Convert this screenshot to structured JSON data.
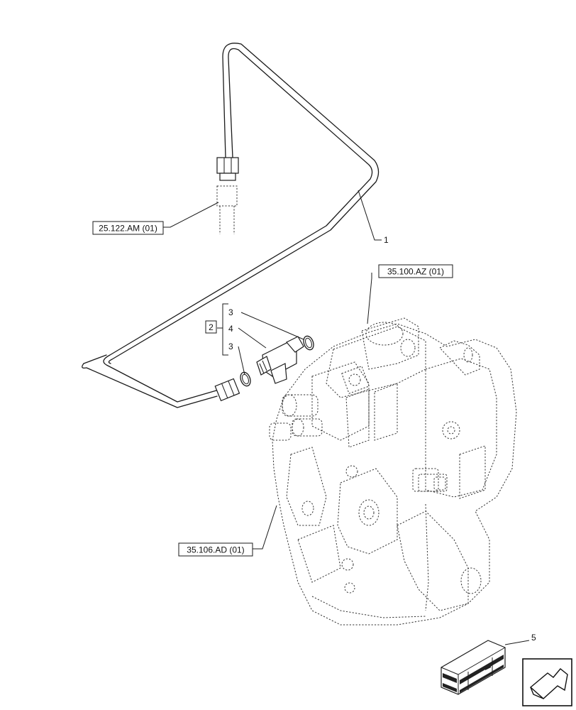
{
  "callouts": {
    "ref_25_122": "25.122.AM (01)",
    "ref_35_100": "35.100.AZ (01)",
    "ref_35_106": "35.106.AD (01)",
    "kit": "2"
  },
  "item_numbers": {
    "pipe": "1",
    "oring_top": "3",
    "tee_fitting": "4",
    "oring_bottom": "3",
    "case": "5"
  },
  "icons": {
    "case": "crate-icon",
    "nav": "next-page-arrow-icon"
  }
}
